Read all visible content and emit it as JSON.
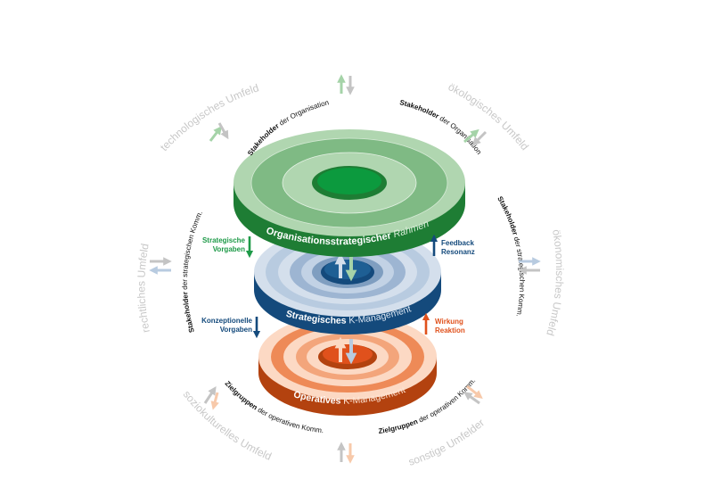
{
  "colors": {
    "green_dark": "#1e7d34",
    "green_mid": "#7fba84",
    "green_light": "#b0d6b0",
    "green_core": "#0c9a3e",
    "blue_dark": "#144a7c",
    "blue_mid": "#7f9ec0",
    "blue_light": "#d4dfec",
    "blue_core": "#1e5f94",
    "orange_dark": "#b3420f",
    "orange_mid": "#ee8a57",
    "orange_light": "#fcd9c4",
    "orange_core": "#e0511c",
    "env_text": "#c8c8c8",
    "arrow_grey": "#c4c4c4",
    "arrow_green": "#a5d3a8",
    "arrow_blue": "#b8cbe0",
    "arrow_orange": "#f7c9aa"
  },
  "layers": {
    "top": {
      "label_bold": "Organisationsstrategischer",
      "label_light": "Rahmen"
    },
    "middle": {
      "label_bold": "Strategisches",
      "label_light": "K-Management"
    },
    "bottom": {
      "label_bold": "Operatives",
      "label_light": "K-Management"
    }
  },
  "flows": {
    "left_top": [
      "Strategische",
      "Vorgaben"
    ],
    "left_bottom": [
      "Konzeptionelle",
      "Vorgaben"
    ],
    "right_top": [
      "Feedback",
      "Resonanz"
    ],
    "right_bottom": [
      "Wirkung",
      "Reaktion"
    ]
  },
  "stakeholders": {
    "org_left": {
      "bold": "Stakeholder",
      "rest": " der Organisation"
    },
    "org_right": {
      "bold": "Stakeholder",
      "rest": " der Organisation"
    },
    "strat_left": {
      "bold": "Stakeholder",
      "rest": " der strategischen Komm."
    },
    "strat_right": {
      "bold": "Stakeholder",
      "rest": " der strategischen Komm."
    },
    "ziel_left": {
      "bold": "Zielgruppen",
      "rest": " der operativen Komm."
    },
    "ziel_right": {
      "bold": "Zielgruppen",
      "rest": " der operativen Komm."
    }
  },
  "environments": {
    "technological": "technologisches Umfeld",
    "ecological": "ökologisches Umfeld",
    "legal": "rechtliches Umfeld",
    "economic": "ökonomisches Umfeld",
    "sociocultural": "soziokulturelles Umfeld",
    "other": "sonstige Umfelder"
  }
}
